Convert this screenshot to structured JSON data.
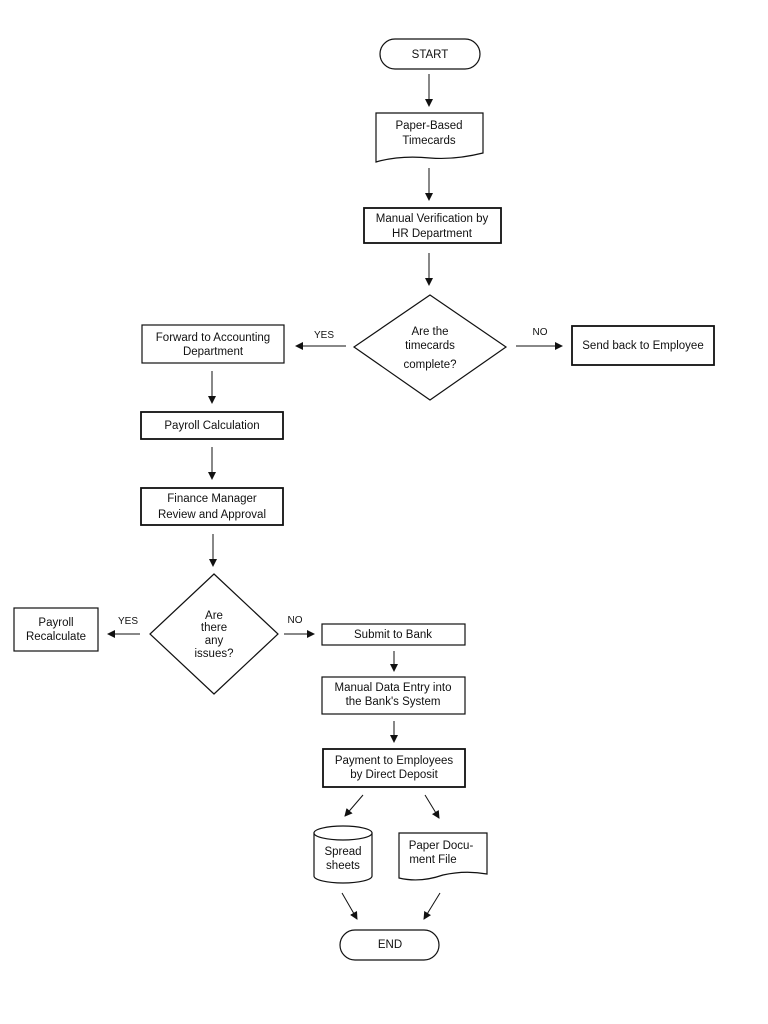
{
  "nodes": {
    "start": "START",
    "timecards": [
      "Paper-Based",
      "Timecards"
    ],
    "verification": [
      "Manual Verification by",
      "HR Department"
    ],
    "complete_q": [
      "Are the",
      "timecards",
      "complete?"
    ],
    "send_back": "Send back to Employee",
    "forward": [
      "Forward to Accounting",
      "Department"
    ],
    "payroll_calc": "Payroll Calculation",
    "finance": [
      "Finance Manager",
      "Review and Approval"
    ],
    "issues_q": [
      "Are",
      "there",
      "any",
      "issues?"
    ],
    "recalculate": [
      "Payroll",
      "Recalculate"
    ],
    "submit": "Submit to Bank",
    "data_entry": [
      "Manual Data Entry into",
      "the Bank's System"
    ],
    "payment": [
      "Payment to Employees",
      "by Direct Deposit"
    ],
    "spreadsheets": [
      "Spread",
      "sheets"
    ],
    "paper_doc": [
      "Paper Docu-",
      "ment File"
    ],
    "end": "END"
  },
  "edges": {
    "complete_yes": "YES",
    "complete_no": "NO",
    "issues_yes": "YES",
    "issues_no": "NO"
  }
}
